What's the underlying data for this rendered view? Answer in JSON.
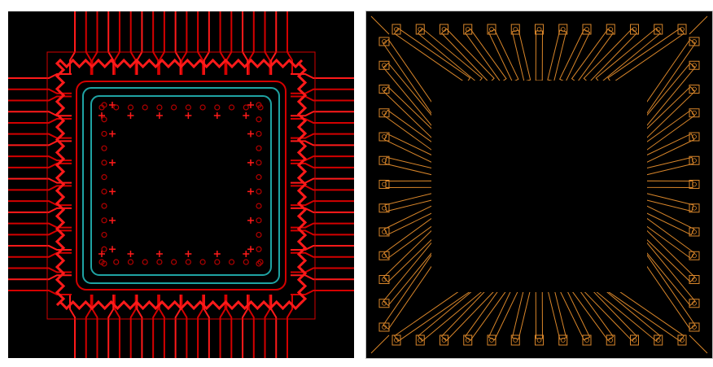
{
  "layout_views": [
    {
      "id": "routing",
      "pins_per_side": 20,
      "colors": {
        "background": "#000000",
        "trace": "#d40000",
        "trace_bright": "#ff1a1a",
        "ring": "#1fa3a3",
        "via": "#b30000"
      }
    },
    {
      "id": "leadframe",
      "pins_per_side": 13,
      "colors": {
        "background": "#000000",
        "outline": "#d9862a",
        "frame": "#bdbdbd"
      }
    }
  ]
}
